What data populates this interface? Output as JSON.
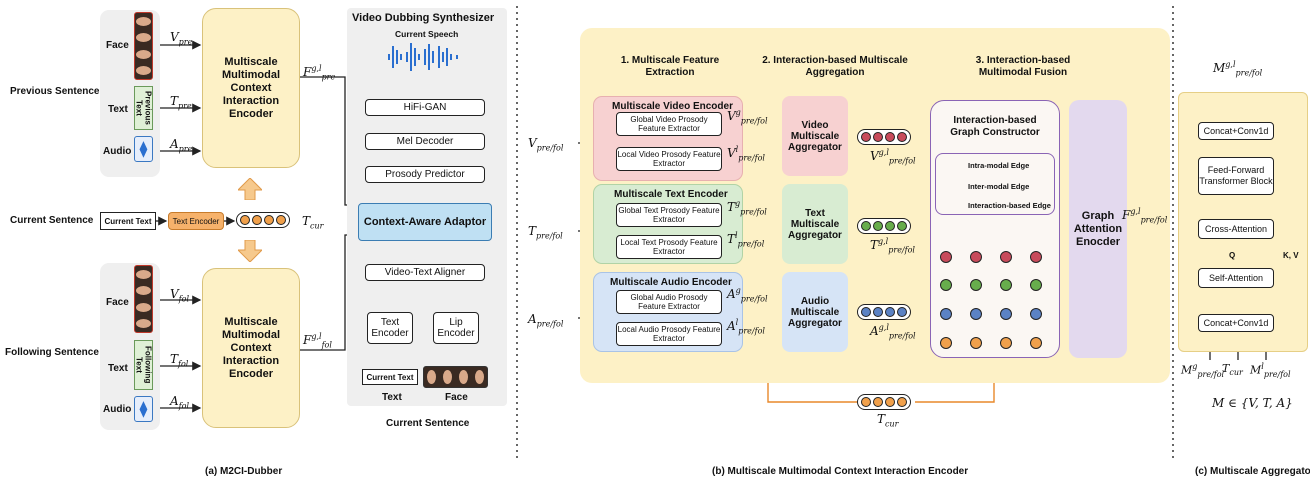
{
  "panel_a": {
    "caption": "(a) M2CI-Dubber",
    "previous_sentence": "Previous Sentence",
    "current_sentence": "Current Sentence",
    "following_sentence": "Following Sentence",
    "face": "Face",
    "text": "Text",
    "audio": "Audio",
    "previous_text": "Previous Text",
    "following_text": "Following Text",
    "encoder_label": "Multiscale Multimodal Context Interaction Encoder",
    "current_text_box": "Current Text",
    "text_encoder": "Text Encoder",
    "math": {
      "v_pre": "V<sub>pre</sub>",
      "t_pre": "T<sub>pre</sub>",
      "a_pre": "A<sub>pre</sub>",
      "v_fol": "V<sub>fol</sub>",
      "t_fol": "T<sub>fol</sub>",
      "a_fol": "A<sub>fol</sub>",
      "t_cur": "T<sub>cur</sub>",
      "f_pre": "F<sup>g,l</sup><sub>pre</sub>",
      "f_fol": "F<sup>g,l</sup><sub>fol</sub>"
    }
  },
  "synth": {
    "title": "Video Dubbing Synthesizer",
    "current_speech": "Current Speech",
    "hifigan": "HiFi-GAN",
    "mel_decoder": "Mel Decoder",
    "prosody_predictor": "Prosody Predictor",
    "context_adaptor": "Context-Aware Adaptor",
    "aligner": "Video-Text Aligner",
    "text_encoder": "Text Encoder",
    "lip_encoder": "Lip Encoder",
    "current_text": "Current Text",
    "text": "Text",
    "face": "Face",
    "current_sentence": "Current Sentence"
  },
  "panel_b": {
    "caption": "(b) Multiscale Multimodal Context Interaction Encoder",
    "step1": "1. Multiscale Feature Extraction",
    "step2": "2. Interaction-based Multiscale Aggregation",
    "step3": "3. Interaction-based Multimodal Fusion",
    "video_encoder": "Multiscale Video Encoder",
    "text_encoder": "Multiscale Text Encoder",
    "audio_encoder": "Multiscale Audio Encoder",
    "global_video": "Global Video Prosody Feature Extractor",
    "local_video": "Local Video Prosody Feature Extractor",
    "global_text": "Global Text Prosody Feature Extractor",
    "local_text": "Local Text Prosody Feature Extractor",
    "global_audio": "Global Audio Prosody Feature Extractor",
    "local_audio": "Local Audio Prosody Feature Extractor",
    "video_agg": "Video Multiscale Aggregator",
    "text_agg": "Text Multiscale Aggregator",
    "audio_agg": "Audio Multiscale Aggregator",
    "graph_constructor": "Interaction-based Graph Constructor",
    "intra_edge": "Intra-modal Edge",
    "inter_edge": "Inter-modal Edge",
    "interaction_edge": "Interaction-based Edge",
    "graph_attention": "Graph Attention Enocder",
    "math": {
      "v_in": "V<sub>pre/fol</sub>",
      "t_in": "T<sub>pre/fol</sub>",
      "a_in": "A<sub>pre/fol</sub>",
      "vg": "V<sup>g</sup><sub>pre/fol</sub>",
      "vl": "V<sup>l</sup><sub>pre/fol</sub>",
      "tg": "T<sup>g</sup><sub>pre/fol</sub>",
      "tl": "T<sup>l</sup><sub>pre/fol</sub>",
      "ag": "A<sup>g</sup><sub>pre/fol</sub>",
      "al": "A<sup>l</sup><sub>pre/fol</sub>",
      "vgl": "V<sup>g,l</sup><sub>pre/fol</sub>",
      "tgl": "T<sup>g,l</sup><sub>pre/fol</sub>",
      "agl": "A<sup>g,l</sup><sub>pre/fol</sub>",
      "t_cur": "T<sub>cur</sub>",
      "f_out": "F<sup>g,l</sup><sub>pre/fol</sub>"
    }
  },
  "panel_c": {
    "caption": "(c) Multiscale Aggregator",
    "concat_top": "Concat+Conv1d",
    "ffn": "Feed-Forward Transformer Block",
    "cross_attention": "Cross-Attention",
    "self_attention": "Self-Attention",
    "concat_bottom": "Concat+Conv1d",
    "q": "Q",
    "kv": "K, V",
    "math": {
      "out": "M<sup>g,l</sup><sub>pre/fol</sub>",
      "mg": "M<sup>g</sup><sub>pre/fol</sub>",
      "tcur": "T<sub>cur</sub>",
      "ml": "M<sup>l</sup><sub>pre/fol</sub>",
      "set": "M ∈ {V, T, A}"
    }
  },
  "colors": {
    "encoder_yellow": "#fdf1c6",
    "gray_panel": "#efefef",
    "video_pink": "#f7d1d1",
    "text_green": "#d8ecd2",
    "audio_blue": "#d6e4f6",
    "graph_purple": "#e3d9ee",
    "adaptor_blue": "#bfe0f3",
    "orange": "#f0a04b"
  }
}
